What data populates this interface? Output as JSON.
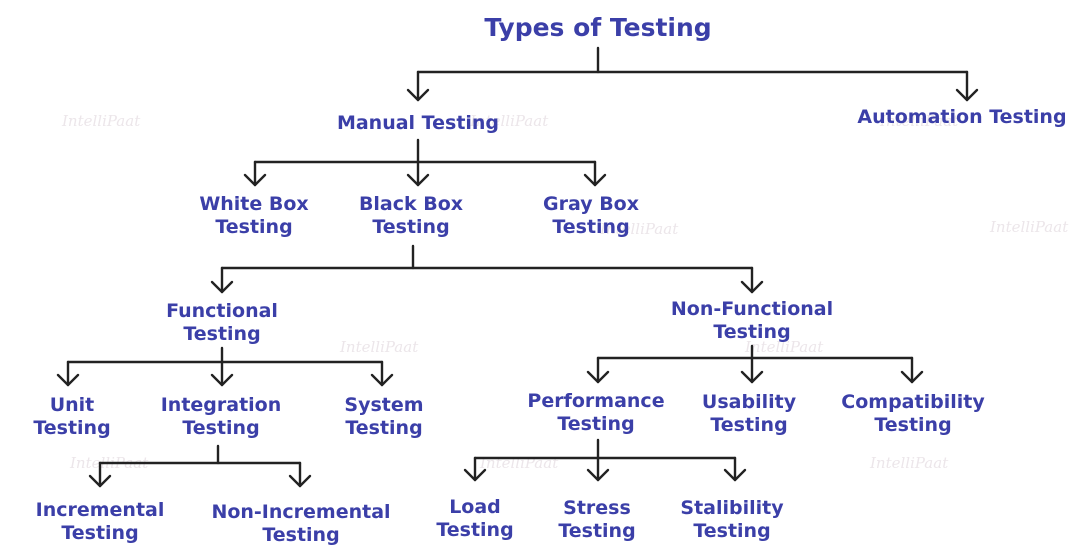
{
  "watermark": "IntelliPaat",
  "title": "Types of Testing",
  "level1": {
    "manual": "Manual Testing",
    "automation": "Automation Testing"
  },
  "level2": {
    "white_box": [
      "White Box",
      "Testing"
    ],
    "black_box": [
      "Black Box",
      "Testing"
    ],
    "gray_box": [
      "Gray Box",
      "Testing"
    ]
  },
  "level3": {
    "functional": [
      "Functional",
      "Testing"
    ],
    "non_functional": [
      "Non-Functional",
      "Testing"
    ]
  },
  "level4": {
    "unit": [
      "Unit",
      "Testing"
    ],
    "integration": [
      "Integration",
      "Testing"
    ],
    "system": [
      "System",
      "Testing"
    ],
    "performance": [
      "Performance",
      "Testing"
    ],
    "usability": [
      "Usability",
      "Testing"
    ],
    "compatibility": [
      "Compatibility",
      "Testing"
    ]
  },
  "level5": {
    "incremental": [
      "Incremental",
      "Testing"
    ],
    "non_incremental": [
      "Non-Incremental",
      "Testing"
    ],
    "load": [
      "Load",
      "Testing"
    ],
    "stress": [
      "Stress",
      "Testing"
    ],
    "stalibility": [
      "Stalibility",
      "Testing"
    ]
  },
  "colors": {
    "node_text": "#3b3fa8",
    "connector": "#222222",
    "watermark": "#ece6ea"
  }
}
